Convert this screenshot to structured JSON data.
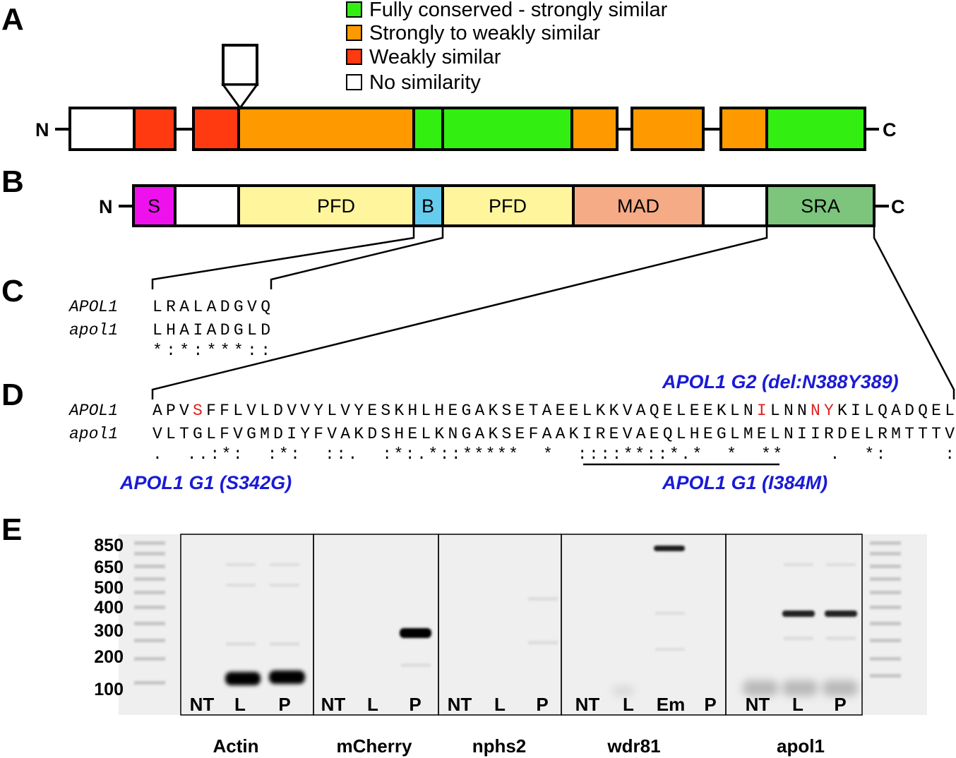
{
  "panels": {
    "a": "A",
    "b": "B",
    "c": "C",
    "d": "D",
    "e": "E"
  },
  "terminals": {
    "n": "N",
    "c": "C"
  },
  "colors": {
    "fully_conserved": "#33ee11",
    "strong_to_weak": "#ff9900",
    "weakly_similar": "#ff3a10",
    "no_similarity": "#ffffff",
    "signal": "#ee11ee",
    "pfd": "#fef59d",
    "bh3": "#66ccee",
    "mad": "#f5ab85",
    "sra": "#7dc47c",
    "variant_label": "#1a1ad6",
    "variant_residue": "#dd2222"
  },
  "legend": [
    {
      "label": "Fully conserved - strongly similar",
      "color": "#33ee11"
    },
    {
      "label": "Strongly to weakly similar",
      "color": "#ff9900"
    },
    {
      "label": "Weakly similar",
      "color": "#ff3a10"
    },
    {
      "label": "No similarity",
      "color": "#ffffff"
    }
  ],
  "panel_b_domains": {
    "s": "S",
    "pfd1": "PFD",
    "b": "B",
    "pfd2": "PFD",
    "mad": "MAD",
    "sra": "SRA"
  },
  "panel_c": {
    "human_name": "APOL1",
    "zebrafish_name": "apol1",
    "human_seq": "LRALADGVQ",
    "zebrafish_seq": "LHAIADGLD",
    "consensus": "*:*:***::"
  },
  "panel_d": {
    "human_name": "APOL1",
    "zebrafish_name": "apol1",
    "human_seq": {
      "p1": "APV",
      "r1": "S",
      "p2": "FFLVLDVVYLVYESKHLHEGAKSETAEELKKVAQELEEKLN",
      "r2": "I",
      "p3": "LNN",
      "r3": "NY",
      "p4": "KILQADQEL"
    },
    "zebrafish_seq": "VLTGLFVGMDIYFVAKDSHELKNGAKSEFAAKIREVAEQLHEGLMELNIIRDELRMTTTV",
    "consensus": ".  ..:*:  :*:  ::.  :*:.*::*****  *  ::::**::*.*  *  **    .  *:     :",
    "g2_label": "APOL1 G2 (del:N388Y389)",
    "g1_s342g_label": "APOL1 G1 (S342G)",
    "g1_i384m_label": "APOL1 G1 (I384M)"
  },
  "panel_e": {
    "ladder": [
      "850",
      "650",
      "500",
      "400",
      "300",
      "200",
      "100"
    ],
    "genes": [
      {
        "name": "Actin",
        "lanes": [
          "NT",
          "L",
          "P"
        ]
      },
      {
        "name": "mCherry",
        "lanes": [
          "NT",
          "L",
          "P"
        ]
      },
      {
        "name": "nphs2",
        "lanes": [
          "NT",
          "L",
          "P"
        ]
      },
      {
        "name": "wdr81",
        "lanes": [
          "NT",
          "L",
          "Em",
          "P"
        ]
      },
      {
        "name": "apol1",
        "lanes": [
          "NT",
          "L",
          "P"
        ]
      }
    ]
  }
}
